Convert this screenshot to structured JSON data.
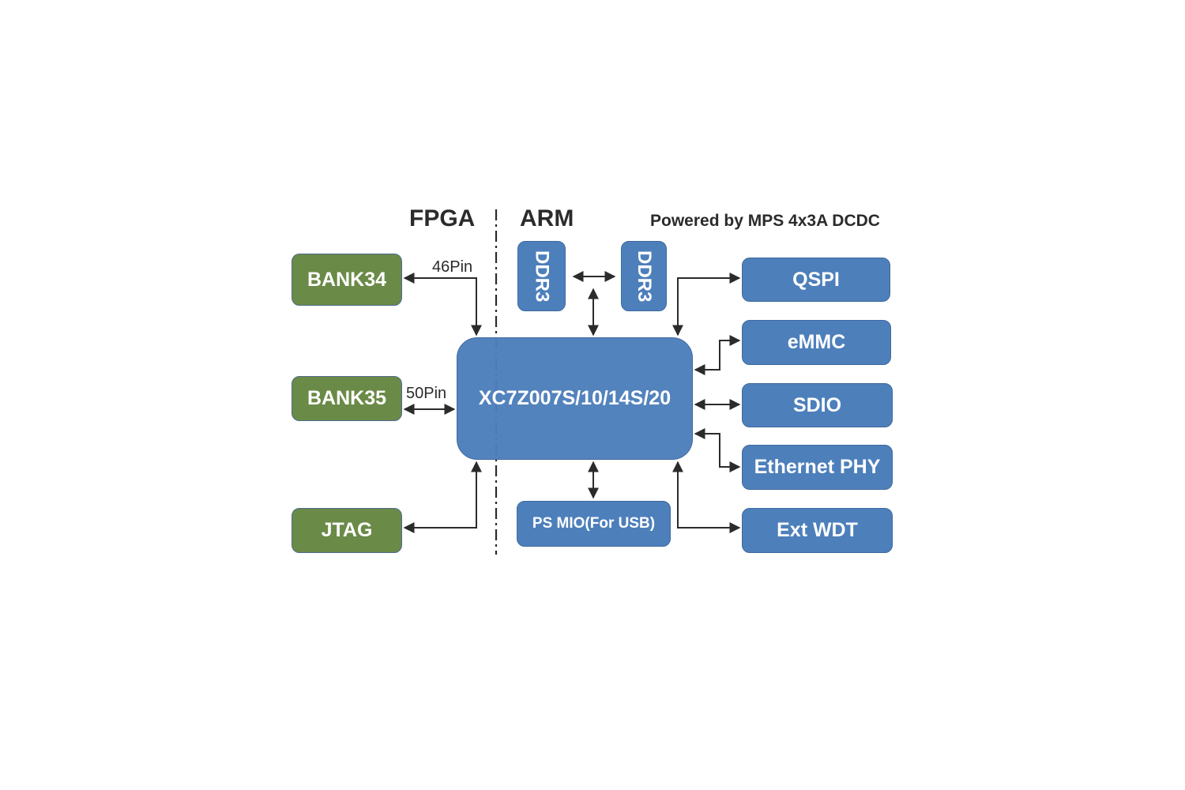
{
  "headings": {
    "fpga": "FPGA",
    "arm": "ARM",
    "power": "Powered by MPS 4x3A DCDC"
  },
  "fpga_blocks": [
    {
      "label": "BANK34",
      "pins": "46Pin"
    },
    {
      "label": "BANK35",
      "pins": "50Pin"
    },
    {
      "label": "JTAG"
    }
  ],
  "soc": {
    "label": "XC7Z007S/10/14S/20"
  },
  "memory": [
    {
      "label": "DDR3"
    },
    {
      "label": "DDR3"
    }
  ],
  "ps_mio": {
    "label": "PS MIO(For USB)"
  },
  "peripherals": [
    {
      "label": "QSPI"
    },
    {
      "label": "eMMC"
    },
    {
      "label": "SDIO"
    },
    {
      "label": "Ethernet PHY"
    },
    {
      "label": "Ext WDT"
    }
  ],
  "colors": {
    "fpga_block": "#6a8a47",
    "arm_block": "#4d7fbb",
    "line": "#2b2b2b"
  }
}
